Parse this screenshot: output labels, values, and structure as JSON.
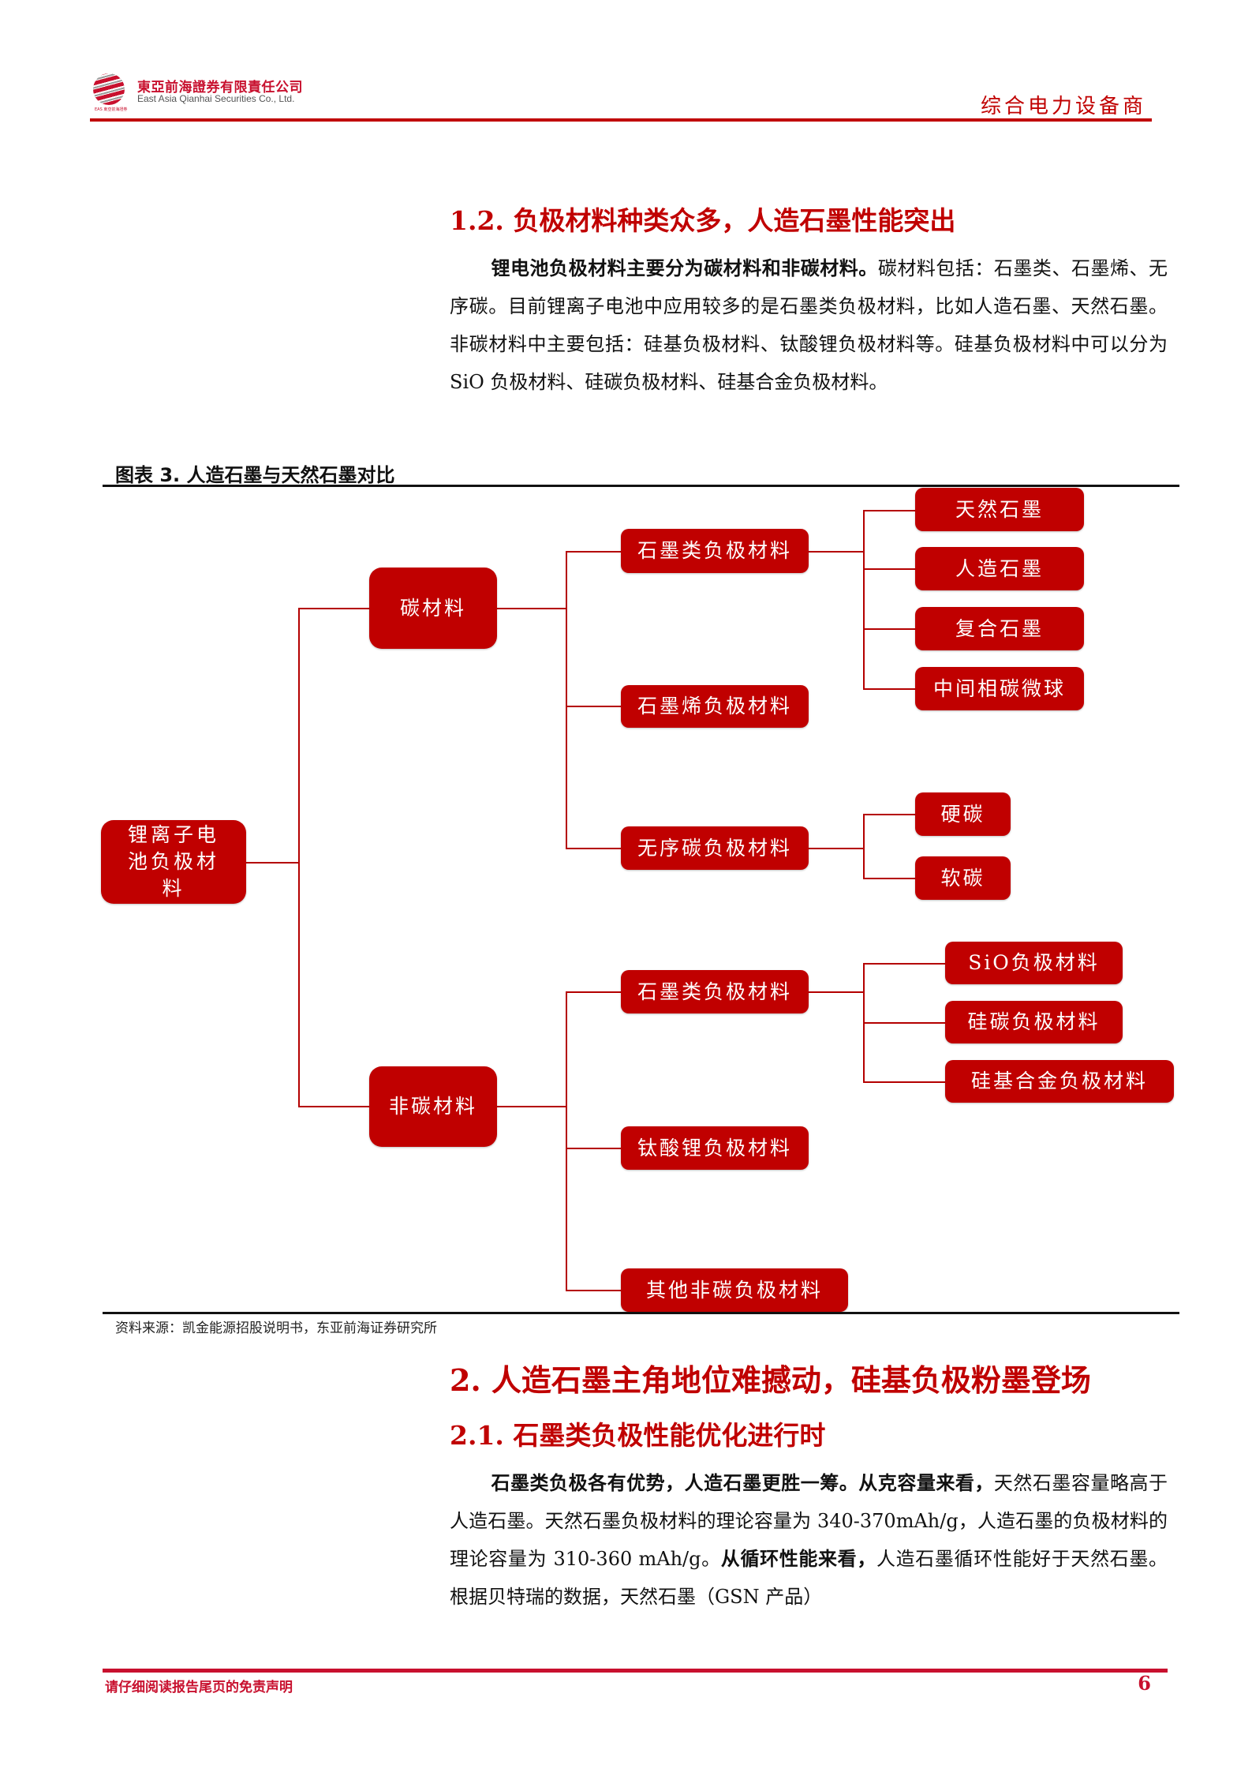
{
  "header": {
    "company_cn": "東亞前海證券有限責任公司",
    "company_en": "East Asia Qianhai Securities Co., Ltd.",
    "logo_sub": "EAS 東亞前海證券",
    "category": "综合电力设备商"
  },
  "section_1_2": {
    "heading": "1.2. 负极材料种类众多，人造石墨性能突出",
    "para_bold": "锂电池负极材料主要分为碳材料和非碳材料。",
    "para_rest": "碳材料包括：石墨类、石墨烯、无序碳。目前锂离子电池中应用较多的是石墨类负极材料，比如人造石墨、天然石墨。非碳材料中主要包括：硅基负极材料、钛酸锂负极材料等。硅基负极材料中可以分为 SiO 负极材料、硅碳负极材料、硅基合金负极材料。"
  },
  "figure": {
    "title": "图表 3.   人造石墨与天然石墨对比",
    "source": "资料来源：凯金能源招股说明书，东亚前海证券研究所",
    "nodes": {
      "root": "锂离子电池负极材料",
      "carbon": "碳材料",
      "non_carbon": "非碳材料",
      "graphite": "石墨类负极材料",
      "graphene": "石墨烯负极材料",
      "amorphous": "无序碳负极材料",
      "natural": "天然石墨",
      "artificial": "人造石墨",
      "composite": "复合石墨",
      "mcmb": "中间相碳微球",
      "hard": "硬碳",
      "soft": "软碳",
      "nc_graphite": "石墨类负极材料",
      "lto": "钛酸锂负极材料",
      "other": "其他非碳负极材料",
      "sio": "SiO负极材料",
      "sic": "硅碳负极材料",
      "si_alloy": "硅基合金负极材料"
    },
    "accent_color": "#C00000"
  },
  "section_2": {
    "heading": "2. 人造石墨主角地位难撼动，硅基负极粉墨登场",
    "sub_heading": "2.1. 石墨类负极性能优化进行时",
    "p_bold1": "石墨类负极各有优势，人造石墨更胜一筹。从克容量来看，",
    "p_text1": "天然石墨容量略高于人造石墨。天然石墨负极材料的理论容量为 340-370mAh/g，人造石墨的负极材料的理论容量为 310-360 mAh/g。",
    "p_bold2": "从循环性能来看，",
    "p_text2": "人造石墨循环性能好于天然石墨。根据贝特瑞的数据，天然石墨（GSN 产品）"
  },
  "footer": {
    "disclaimer": "请仔细阅读报告尾页的免责声明",
    "page": "6"
  }
}
